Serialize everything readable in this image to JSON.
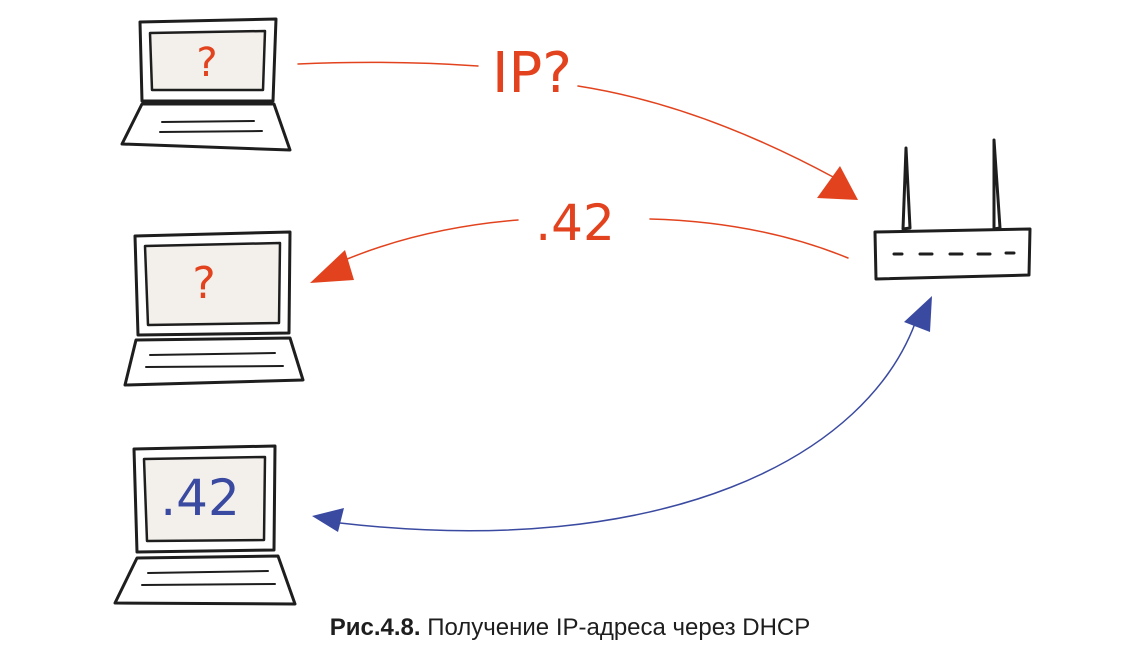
{
  "labels": {
    "screen_unknown_1": "?",
    "screen_unknown_2": "?",
    "screen_assigned": ".42",
    "request_label": "IP?",
    "offer_label": ".42"
  },
  "caption": {
    "number": "Рис.4.8.",
    "text": " Получение IP-адреса через DHCP"
  },
  "colors": {
    "request": "#e2431e",
    "offer": "#e2431e",
    "ack": "#3a4aa0",
    "ink": "#1e1e1e",
    "screen": "#f3f0ec"
  }
}
